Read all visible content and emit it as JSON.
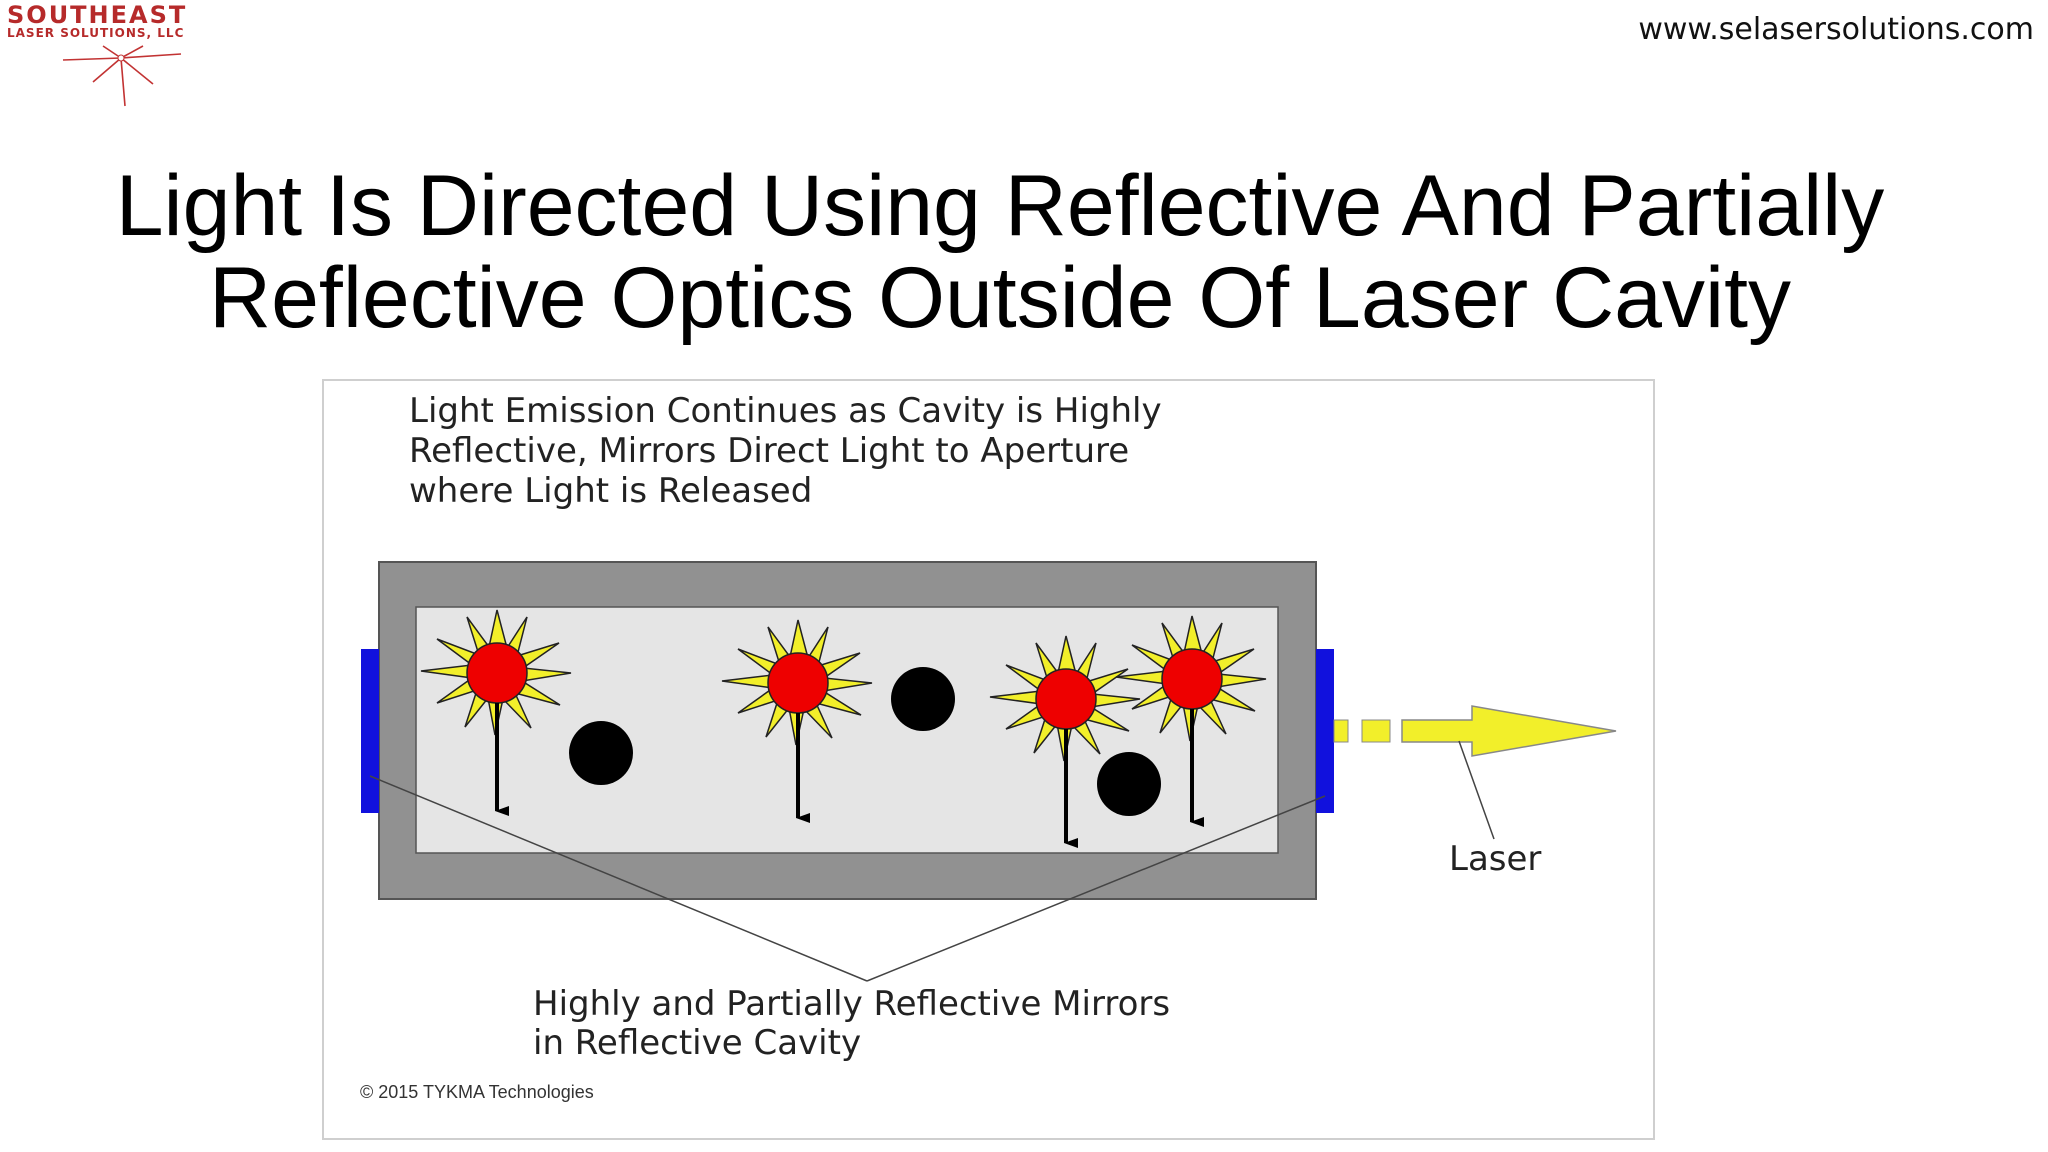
{
  "logo": {
    "line1": "SOUTHEAST",
    "line2": "LASER SOLUTIONS, LLC",
    "color": "#b62a2a"
  },
  "site_url": "www.selasersolutions.com",
  "title": {
    "line1": "Light Is Directed Using Reflective And Partially",
    "line2": "Reflective Optics Outside Of Laser Cavity"
  },
  "diagram": {
    "caption_top": {
      "line1": "Light Emission Continues as Cavity is Highly",
      "line2": "Reflective, Mirrors Direct Light to Aperture",
      "line3": "where Light is Released"
    },
    "caption_bottom": {
      "line1": "Highly and Partially Reflective Mirrors",
      "line2": "in Reflective Cavity"
    },
    "laser_label": "Laser",
    "copyright": "© 2015 TYKMA Technologies",
    "colors": {
      "cavity_frame": "#919191",
      "cavity_interior": "#e5e5e5",
      "mirror": "#1111dd",
      "emission_burst": "#f2ef2a",
      "excited_atom": "#ee0000",
      "ground_atom": "#000000",
      "laser_beam": "#f2ef2a"
    }
  }
}
